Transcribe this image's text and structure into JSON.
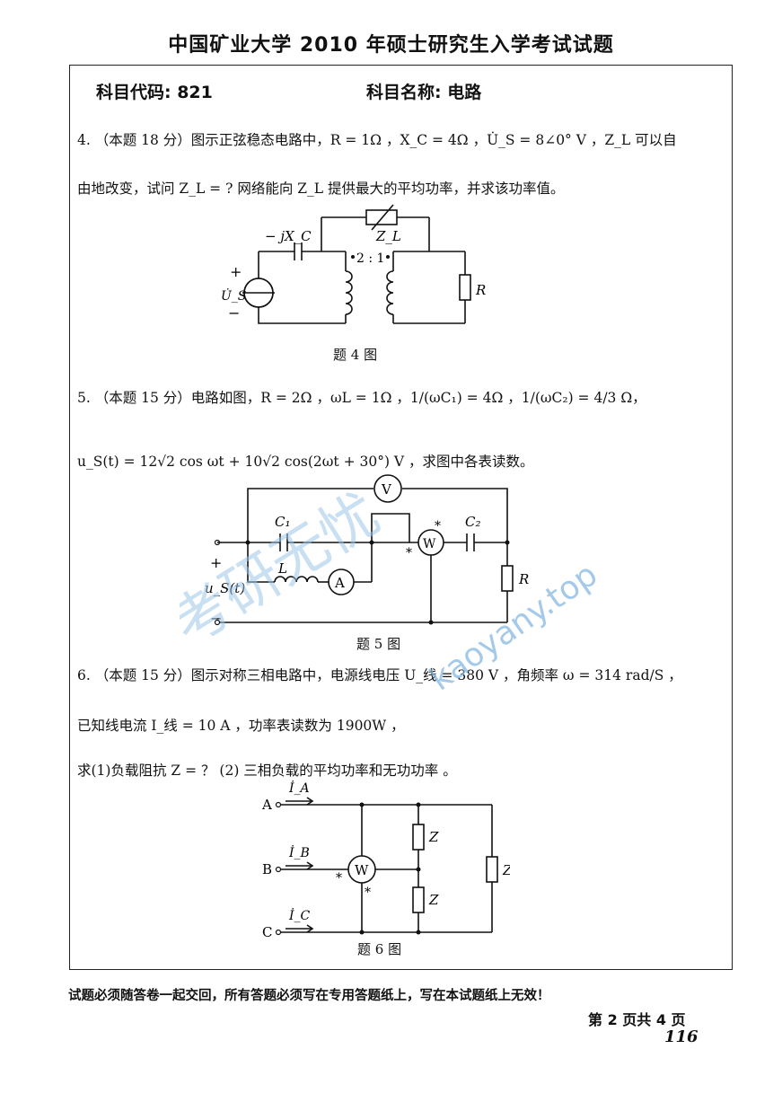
{
  "title": "中国矿业大学 2010 年硕士研究生入学考试试题",
  "header": {
    "code_label": "科目代码:  821",
    "name_label": "科目名称:  电路"
  },
  "q4": {
    "line1": "4. （本题 18 分）图示正弦稳态电路中，R = 1Ω ，X_C = 4Ω ，U̇_S = 8∠0° V ，Z_L 可以自",
    "line2": "由地改变，试问 Z_L = ? 网络能向 Z_L 提供最大的平均功率，并求该功率值。",
    "caption": "题 4 图",
    "labels": {
      "cap": "− jX_C",
      "zl": "Z_L",
      "ratio": "2 : 1",
      "src": "U̇_S",
      "plus": "+",
      "minus": "−",
      "r": "R"
    }
  },
  "q5": {
    "line1": "5. （本题 15 分）电路如图，R = 2Ω ，ωL = 1Ω ，1/(ωC₁) = 4Ω ，1/(ωC₂) = 4/3 Ω，",
    "line2": "u_S(t) = 12√2 cos ωt + 10√2 cos(2ωt + 30°) V ，求图中各表读数。",
    "caption": "题 5 图",
    "labels": {
      "v": "V",
      "w": "W",
      "a": "A",
      "c1": "C₁",
      "c2": "C₂",
      "l": "L",
      "r": "R",
      "src": "u_S(t)",
      "plus": "+",
      "minus": "−",
      "star": "*"
    }
  },
  "q6": {
    "line1": "6. （本题 15 分）图示对称三相电路中，电源线电压 U_线 = 380 V ，角频率 ω = 314 rad/S ，",
    "line2": "已知线电流 I_线 = 10 A ，功率表读数为 1900W ，",
    "line3": "求(1)负载阻抗 Z = ？ (2) 三相负载的平均功率和无功功率 。",
    "caption": "题 6 图",
    "labels": {
      "a": "A",
      "b": "B",
      "c": "C",
      "ia": "İ_A",
      "ib": "İ_B",
      "ic": "İ_C",
      "w": "W",
      "z": "Z",
      "star": "*"
    }
  },
  "watermark": {
    "cn": "考研无忧",
    "url": "kaoyany.top"
  },
  "footer": "试题必须随答卷一起交回，所有答题必须写在专用答题纸上，写在本试题纸上无效！",
  "page": "第 2 页共 4 页",
  "handwritten": "116"
}
